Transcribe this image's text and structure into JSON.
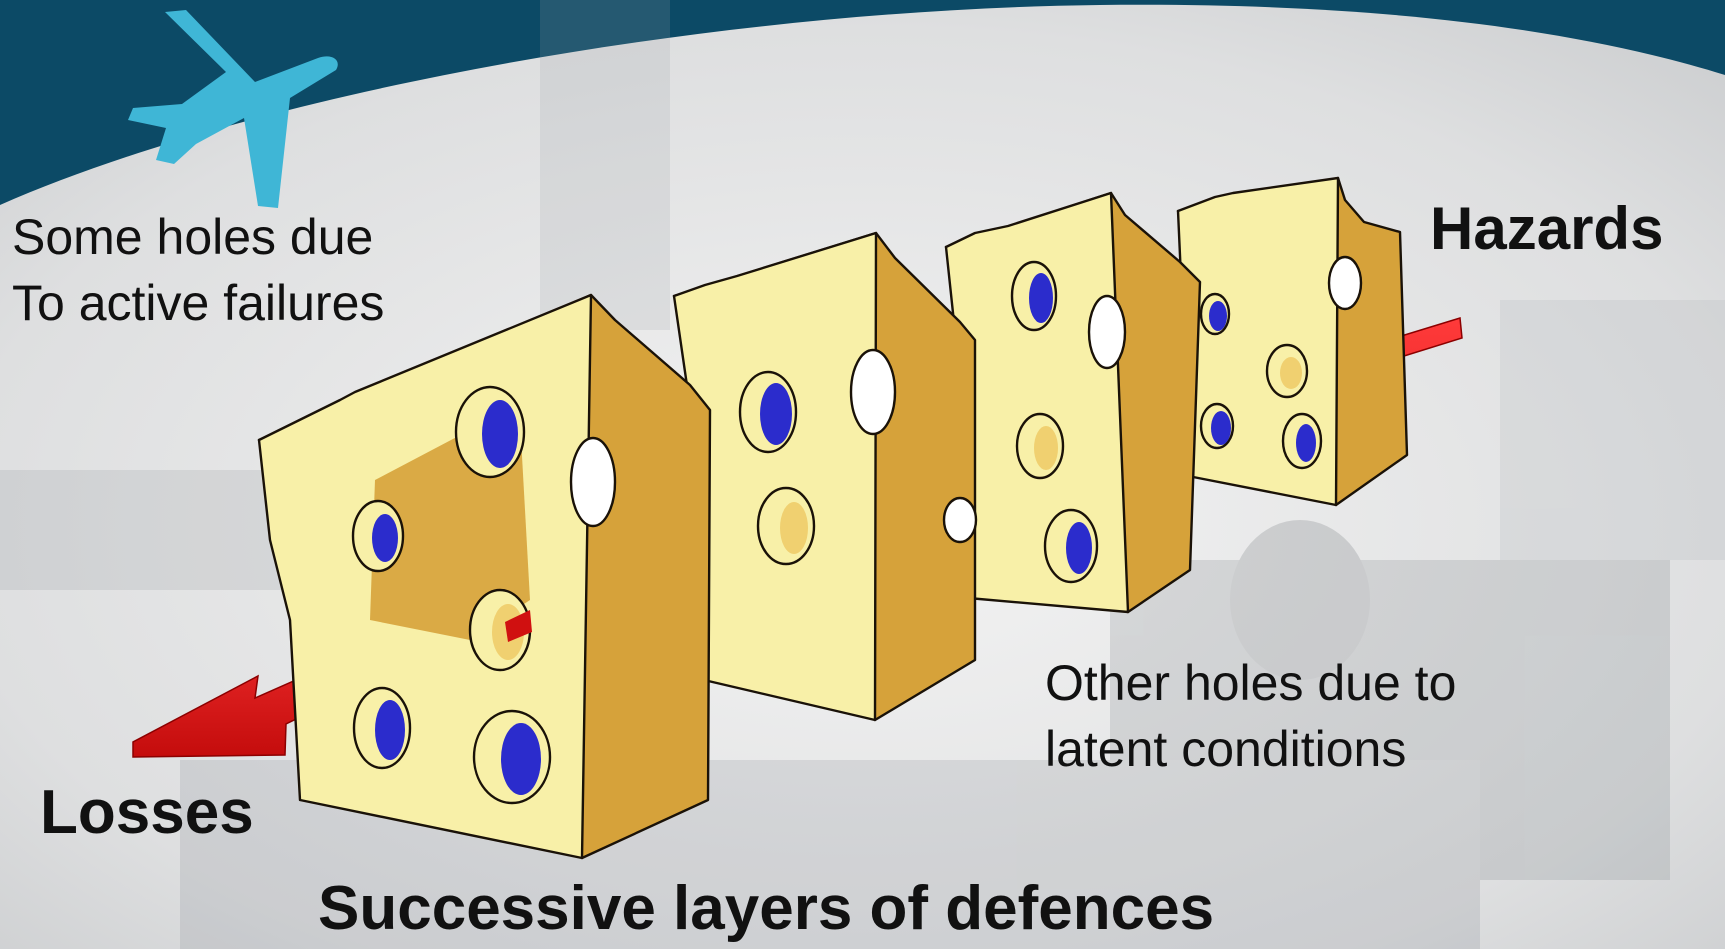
{
  "diagram": {
    "title": "Successive layers of defences",
    "labels": {
      "active_failures_line1": "Some holes due",
      "active_failures_line2": "To active failures",
      "hazards": "Hazards",
      "latent_line1": "Other holes due to",
      "latent_line2": "latent conditions",
      "losses": "Losses"
    },
    "layer_count": 4
  },
  "colors": {
    "header_band": "#0c4a66",
    "plane": "#3fb6d6",
    "cheese_face": "#f8f0a8",
    "cheese_side": "#d6a23a",
    "hole_fill": "#2b2ccc",
    "arrow": "#e81818",
    "text": "#111111"
  }
}
